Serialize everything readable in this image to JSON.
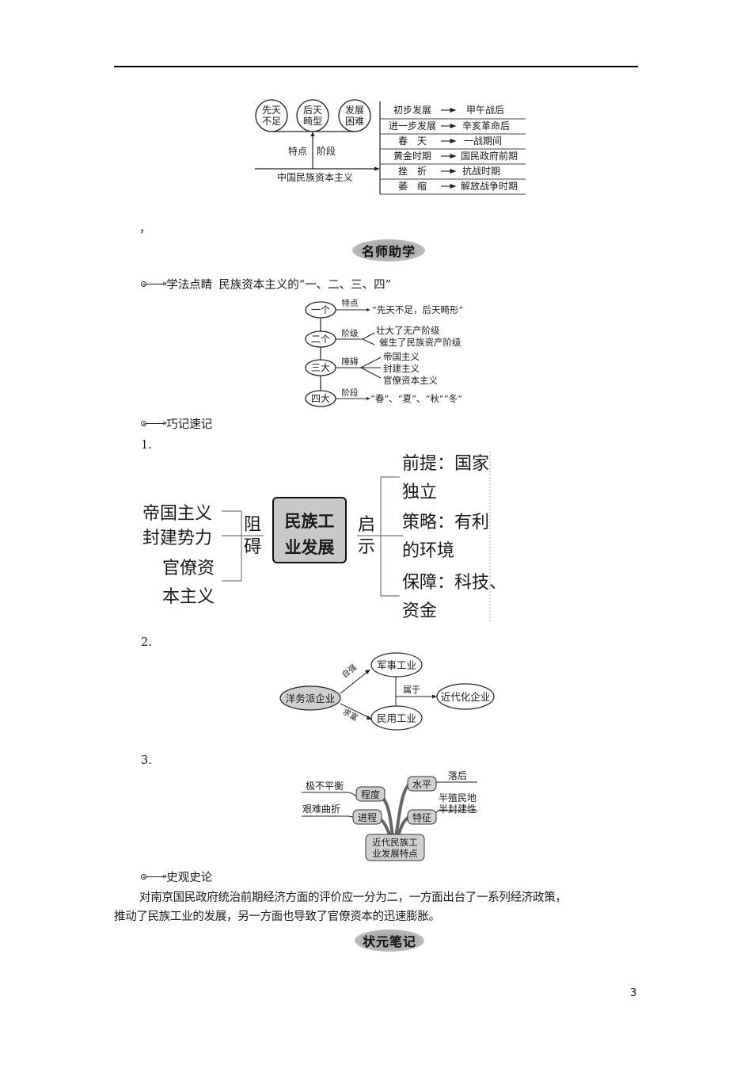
{
  "header": {
    "rule": true
  },
  "diagram_top": {
    "circles": [
      "先天\n不足",
      "后天\n畸型",
      "发展\n困难"
    ],
    "circle_lines": [
      [
        "先天",
        "不足"
      ],
      [
        "后天",
        "畸型"
      ],
      [
        "发展",
        "困难"
      ]
    ],
    "label_left": "特点",
    "label_right": "阶段",
    "base_label": "中国民族资本主义",
    "stages": [
      {
        "stage": "初步发展",
        "period": "甲午战后"
      },
      {
        "stage": "进一步发展",
        "period": "辛亥革命后"
      },
      {
        "stage": "春　天",
        "period": "一战期间"
      },
      {
        "stage": "黄金时期",
        "period": "国民政府前期"
      },
      {
        "stage": "挫　折",
        "period": "抗战时期"
      },
      {
        "stage": "萎　缩",
        "period": "解放战争时期"
      }
    ]
  },
  "stray_comma": "，",
  "badge_mingshi": "名师助学",
  "section_xuefa": {
    "title": "学法点睛",
    "subtitle": "民族资本主义的“一、二、三、四”",
    "nodes": [
      {
        "node": "一个",
        "rel": "特点",
        "items": [
          "“先天不足，后天畸形”"
        ]
      },
      {
        "node": "二个",
        "rel": "阶级",
        "items": [
          "壮大了无产阶级",
          "催生了民族资产阶级"
        ]
      },
      {
        "node": "三大",
        "rel": "障碍",
        "items": [
          "帝国主义",
          "封建主义",
          "官僚资本主义"
        ]
      },
      {
        "node": "四大",
        "rel": "阶段",
        "items": [
          "“春”、“夏”、“秋”“冬”"
        ]
      }
    ]
  },
  "section_qiaoji": {
    "title": "巧记速记",
    "item1": {
      "number": "1.",
      "left_items": [
        "帝国主义",
        "封建势力",
        "官僚资",
        "本主义"
      ],
      "left_label": [
        "阻",
        "碍"
      ],
      "center": [
        "民族工",
        "业发展"
      ],
      "right_label": [
        "启",
        "示"
      ],
      "right_items": [
        "前提：国家",
        "独立",
        "策略：有利",
        "的环境",
        "保障：科技、",
        "资金"
      ]
    },
    "item2": {
      "number": "2.",
      "source": "洋务派企业",
      "edge_top": "自强",
      "edge_bottom": "求富",
      "target_top": "军事工业",
      "target_bottom": "民用工业",
      "relation": "属于",
      "result": "近代化企业"
    },
    "item3": {
      "number": "3.",
      "center": [
        "近代民族工",
        "业发展特点"
      ],
      "branches": [
        {
          "name": "程度",
          "value": [
            "极不平衡"
          ]
        },
        {
          "name": "进程",
          "value": [
            "艰难曲折"
          ]
        },
        {
          "name": "水平",
          "value": [
            "落后"
          ]
        },
        {
          "name": "特征",
          "value": [
            "半殖民地",
            "半封建性"
          ]
        }
      ]
    }
  },
  "section_shiguan": {
    "title": "史观史论",
    "paragraph_line1": "对南京国民政府统治前期经济方面的评价应一分为二，一方面出台了一系列经济政策，",
    "paragraph_line2": "推动了民族工业的发展，另一方面也导致了官僚资本的迅速膨胀。"
  },
  "badge_zhuangyuan": "状元笔记",
  "page_number": "3"
}
